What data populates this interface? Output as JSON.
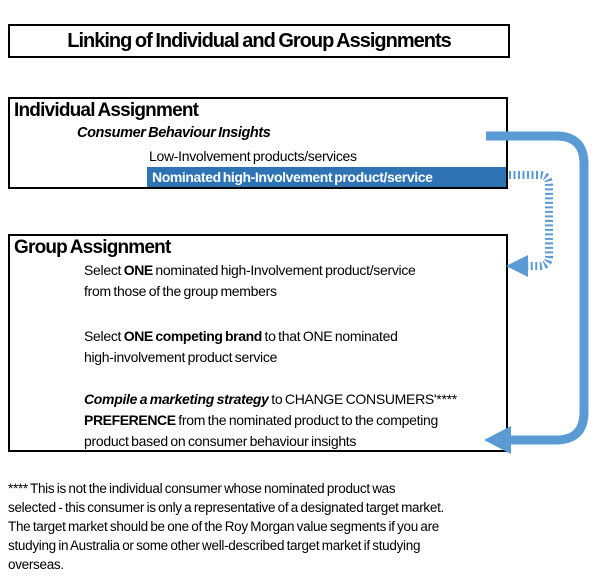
{
  "colors": {
    "highlight_blue": "#2E74B5",
    "arrow_blue": "#5B9BD5",
    "border_black": "#000000",
    "page_bg": "#ffffff"
  },
  "title_box": {
    "title": "Linking of Individual and Group Assignments"
  },
  "individual_box": {
    "heading": "Individual Assignment",
    "subtitle_italic": "Consumer Behaviour Insights",
    "item_low": "Low-Involvement products/services",
    "item_nominated": "Nominated high-Involvement product/service"
  },
  "group_box": {
    "heading": "Group Assignment",
    "bullet1": {
      "l1_pre": "Select ",
      "l1_bold": "ONE",
      "l1_post": " nominated high-Involvement product/service",
      "l2": "from those of the group members"
    },
    "bullet2": {
      "l1_pre": "Select ",
      "l1_bold": "ONE competing brand",
      "l1_post": " to that ONE nominated",
      "l2": "high-involvement product service"
    },
    "bullet3": {
      "l1_bold_italic": "Compile a marketing strategy",
      "l1_post": " to CHANGE CONSUMERS'****",
      "l2_bold": "PREFERENCE",
      "l2_post": " from the nominated product to the competing",
      "l3": "product based on consumer behaviour insights"
    }
  },
  "footnote": {
    "lines": [
      "**** This is not the individual consumer whose nominated product was",
      "selected - this consumer is only a representative of a designated target market.",
      "The target market should be one of the Roy Morgan value segments if you are",
      "studying in Australia or some other well-described target market if studying",
      "overseas."
    ]
  }
}
